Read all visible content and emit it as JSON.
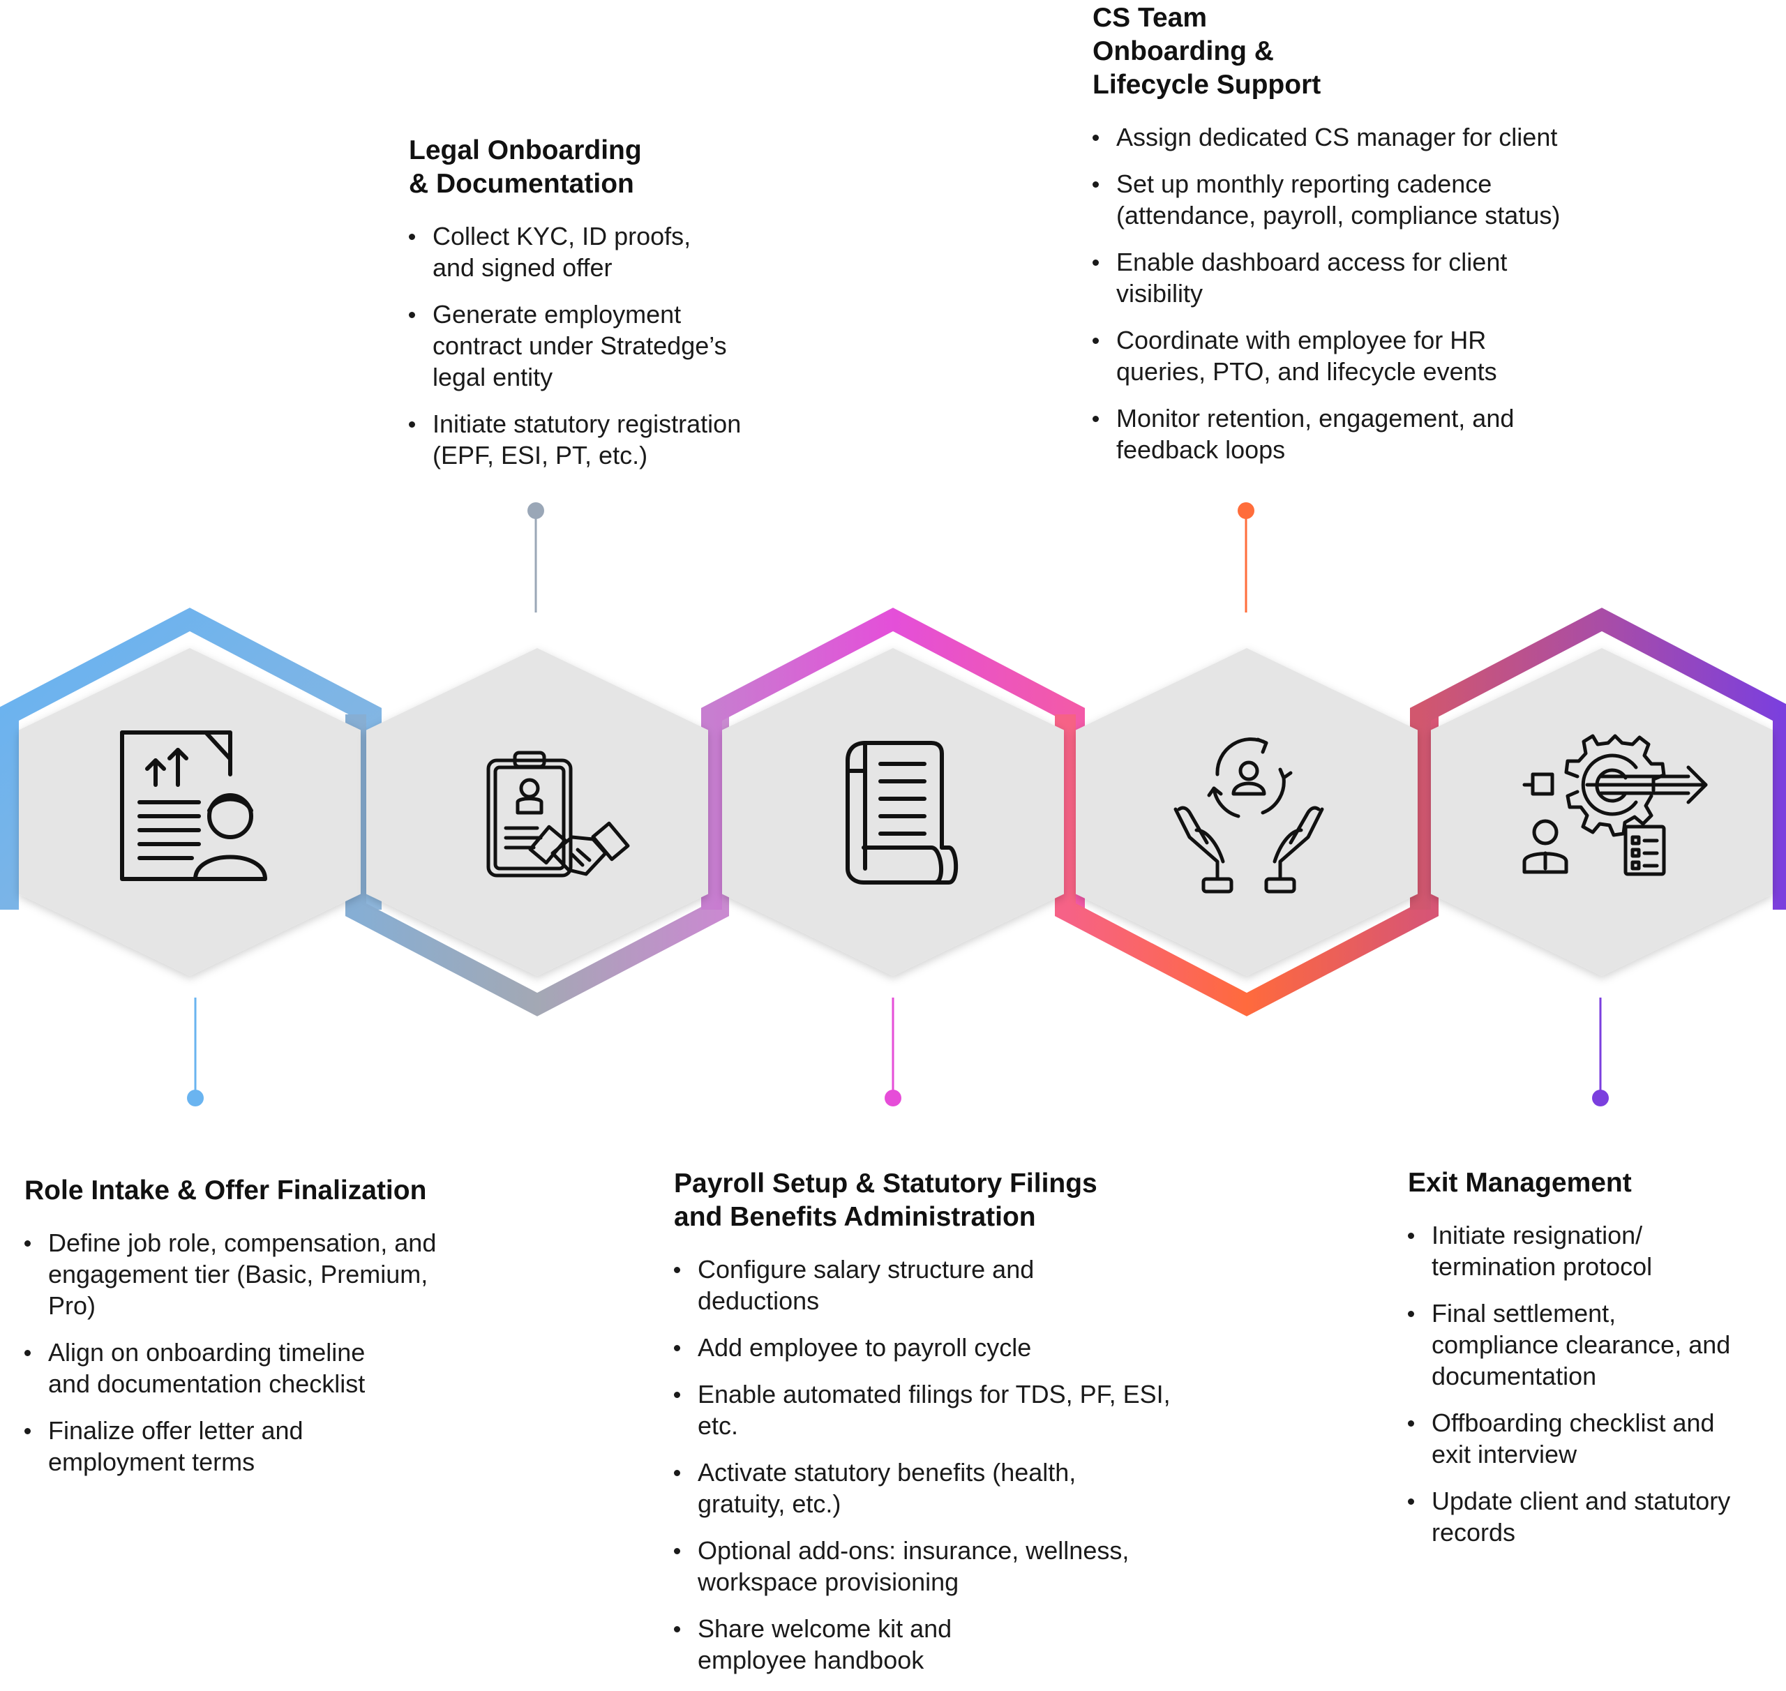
{
  "colors": {
    "step1": "#6ab4f0",
    "step2": "#9aa7b7",
    "step3": "#e64dd8",
    "step4": "#ff6d3b",
    "step5": "#7b3fde",
    "hex_fill": "#e5e5e5",
    "text": "#111111"
  },
  "steps": [
    {
      "title": "Role Intake & Offer Finalization",
      "icon": "document-upload-person-icon",
      "bullets": [
        "Define job role, compensation, and\nengagement tier (Basic, Premium,\nPro)",
        "Align on onboarding timeline\nand documentation checklist",
        "Finalize offer letter and\nemployment terms"
      ]
    },
    {
      "title": "Legal Onboarding\n& Documentation",
      "icon": "clipboard-handshake-icon",
      "bullets": [
        "Collect KYC, ID proofs,\nand signed offer",
        "Generate employment\ncontract under Stratedge’s\nlegal entity",
        "Initiate statutory registration\n(EPF, ESI, PT, etc.)"
      ]
    },
    {
      "title": "Payroll Setup & Statutory Filings\nand Benefits Administration",
      "icon": "document-scroll-icon",
      "bullets": [
        "Configure salary structure and\ndeductions",
        "Add employee to payroll cycle",
        "Enable automated filings for TDS, PF, ESI,\netc.",
        "Activate statutory benefits (health,\ngratuity, etc.)",
        "Optional add-ons: insurance, wellness,\nworkspace provisioning",
        "Share welcome kit and\nemployee handbook"
      ]
    },
    {
      "title": "CS Team\nOnboarding &\nLifecycle Support",
      "icon": "hands-cycle-person-icon",
      "bullets": [
        "Assign dedicated CS manager for client",
        "Set up monthly reporting cadence\n(attendance, payroll, compliance status)",
        "Enable dashboard access for client\nvisibility",
        "Coordinate with employee for HR\nqueries, PTO, and lifecycle events",
        "Monitor retention, engagement, and\nfeedback loops"
      ]
    },
    {
      "title": "Exit Management",
      "icon": "gear-exit-checklist-icon",
      "bullets": [
        "Initiate resignation/\ntermination protocol",
        "Final settlement,\ncompliance clearance, and\ndocumentation",
        "Offboarding checklist and\nexit interview",
        "Update client and statutory\nrecords"
      ]
    }
  ]
}
